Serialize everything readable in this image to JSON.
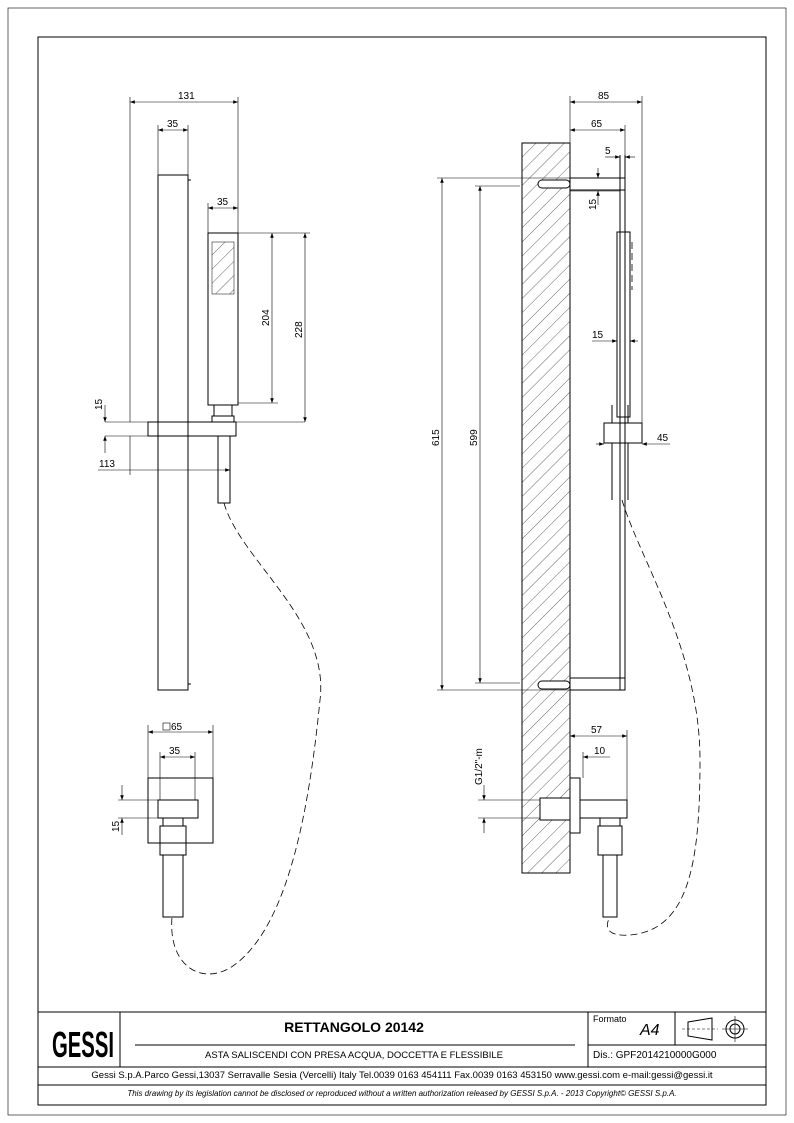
{
  "title_block": {
    "logo": "GESSI",
    "title": "RETTANGOLO 20142",
    "subtitle": "ASTA SALISCENDI CON PRESA ACQUA, DOCCETTA E FLESSIBILE",
    "format_label": "Formato",
    "format_value": "A4",
    "drawing_number": "Dis.: GPF2014210000G000",
    "address": "Gessi S.p.A.Parco Gessi,13037 Serravalle Sesia (Vercelli) Italy Tel.0039 0163 454111 Fax.0039 0163 453150 www.gessi.com e-mail:gessi@gessi.it",
    "disclaimer": "This drawing by its legislation cannot be disclosed or reproduced without a written authorization released by GESSI S.p.A. - 2013 Copyright© GESSI S.p.A."
  },
  "front_view": {
    "dims": {
      "overall_width": "131",
      "bar_width": "35",
      "handset_width": "35",
      "handset_height": "204",
      "handset_total": "228",
      "bracket_thickness": "15",
      "bracket_reach": "113"
    }
  },
  "side_view": {
    "dims": {
      "depth_total": "85",
      "depth_bar": "65",
      "offset": "5",
      "bracket_offset": "15",
      "total_height": "615",
      "fixing_distance": "599",
      "handset_depth": "15",
      "bracket_depth": "45"
    }
  },
  "outlet_front": {
    "dims": {
      "plate": "65",
      "inner": "35",
      "thickness": "15"
    }
  },
  "outlet_side": {
    "dims": {
      "depth": "57",
      "plate": "10",
      "thread": "G1/2\"-m"
    }
  }
}
